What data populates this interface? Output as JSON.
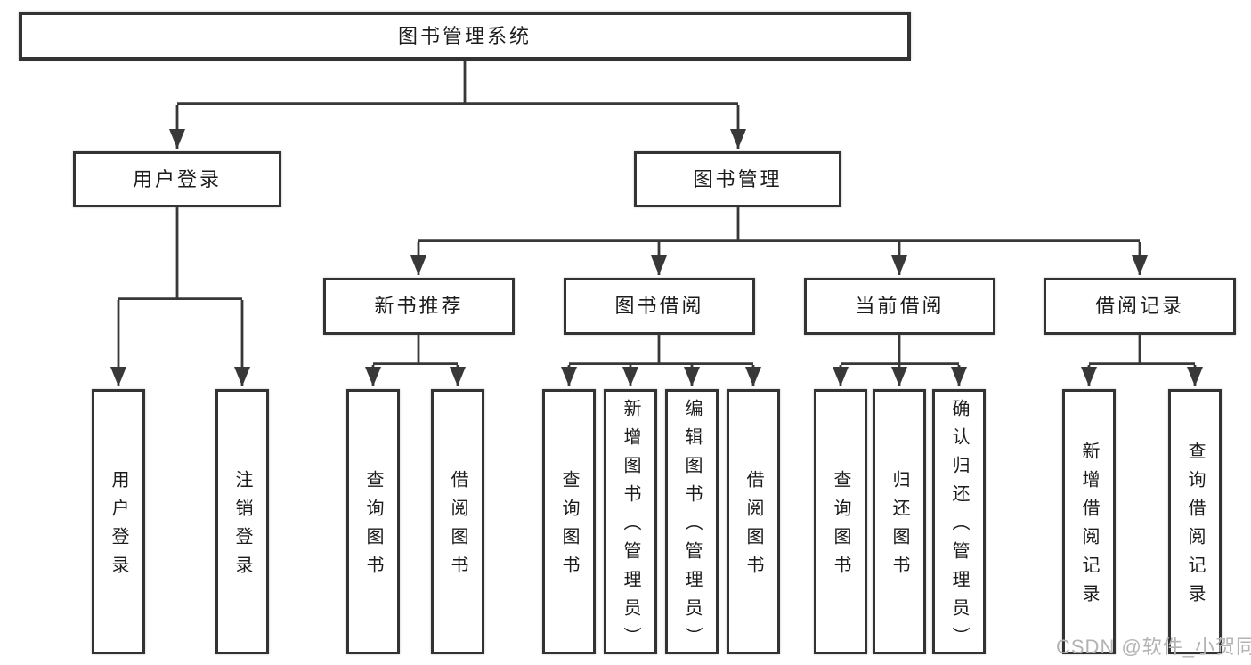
{
  "tree": {
    "root": {
      "label": "图书管理系统"
    },
    "branches": [
      {
        "label": "用户登录",
        "leaves": [
          "用户登录",
          "注销登录"
        ]
      },
      {
        "label": "图书管理",
        "groups": [
          {
            "label": "新书推荐",
            "leaves": [
              "查询图书",
              "借阅图书"
            ]
          },
          {
            "label": "图书借阅",
            "leaves": [
              "查询图书",
              "新增图书（管理员）",
              "编辑图书（管理员）",
              "借阅图书"
            ]
          },
          {
            "label": "当前借阅",
            "leaves": [
              "查询图书",
              "归还图书",
              "确认归还（管理员）"
            ]
          },
          {
            "label": "借阅记录",
            "leaves": [
              "新增借阅记录",
              "查询借阅记录"
            ]
          }
        ]
      }
    ]
  },
  "watermark": {
    "text": "CSDN @软件_小贺同学"
  },
  "colors": {
    "line": "#383838",
    "box_border": "#333333",
    "text": "#1c1c1c",
    "watermark": "#b3b3b3",
    "background": "#ffffff"
  }
}
